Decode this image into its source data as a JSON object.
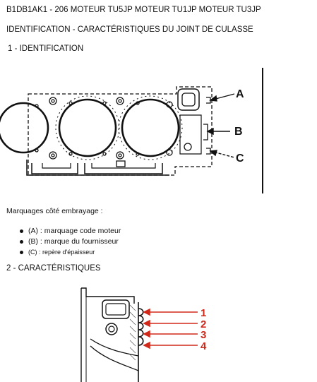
{
  "header": {
    "reference_line": "B1DB1AK1 - 206 MOTEUR TU5JP MOTEUR TU1JP MOTEUR TU3JP",
    "title": "IDENTIFICATION - CARACTÉRISTIQUES DU JOINT DE CULASSE"
  },
  "section1": {
    "heading": "1 - IDENTIFICATION",
    "figure_callouts": [
      "A",
      "B",
      "C"
    ],
    "markings_intro": "Marquages côté embrayage :",
    "markings": [
      "(A) : marquage code moteur",
      "(B) : marque du fournisseur",
      "(C) : repère d'épaisseur"
    ]
  },
  "section2": {
    "heading": "2 - CARACTÉRISTIQUES",
    "figure_callouts": [
      "1",
      "2",
      "3",
      "4"
    ],
    "callout_color": "#d0291a"
  }
}
